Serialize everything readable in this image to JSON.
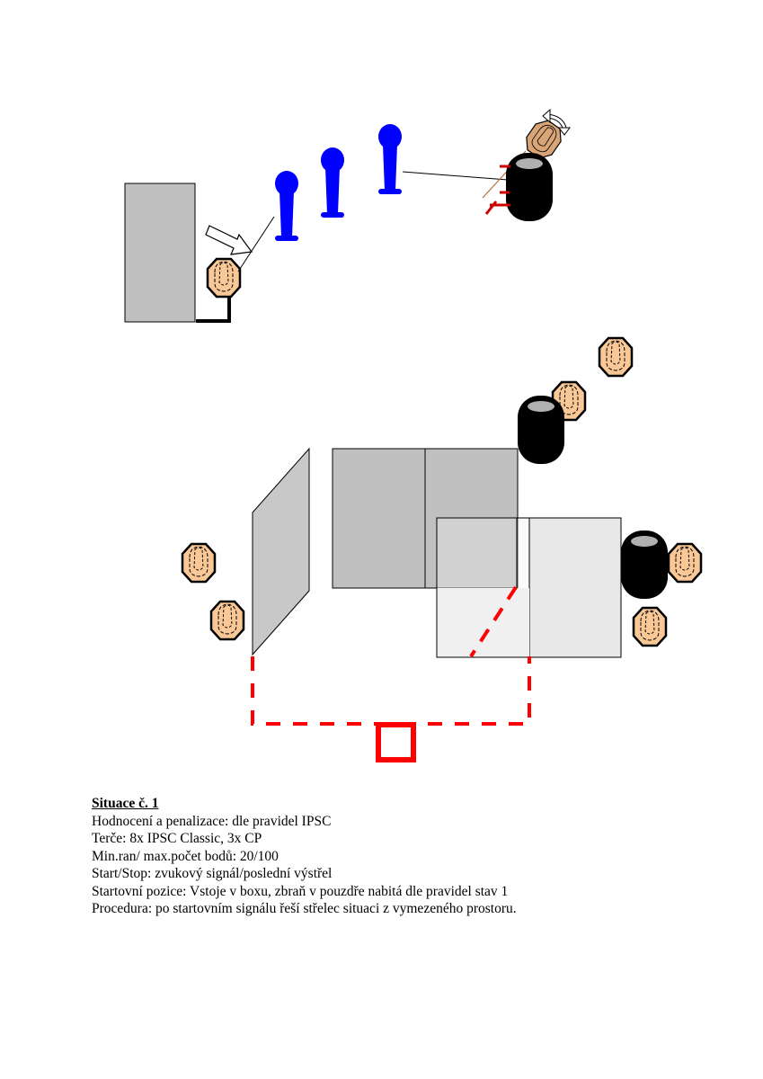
{
  "document": {
    "title": "Situace č. 1",
    "lines": [
      "Hodnocení a penalizace: dle pravidel IPSC",
      "Terče: 8x IPSC Classic, 3x CP",
      "Min.ran/ max.počet bodů: 20/100",
      "Start/Stop: zvukový signál/poslední výstřel",
      "Startovní pozice: Vstoje v boxu, zbraň v pouzdře nabitá dle pravidel stav 1",
      "Procedura: po startovním signálu řeší střelec situaci z vymezeného prostoru."
    ]
  },
  "stage": {
    "colors": {
      "target_fill": "#f9c896",
      "moving_target_fill": "#d9a476",
      "popper_fill": "#0000ff",
      "barrel_fill": "#000000",
      "barrel_top": "#b0b0b0",
      "wall_dark": "#c0c0c0",
      "wall_light": "#f0f0f0",
      "fault_line": "#ff0000"
    },
    "legend_counts": {
      "ipsc_classic_targets": 8,
      "cp_poppers": 3
    }
  }
}
